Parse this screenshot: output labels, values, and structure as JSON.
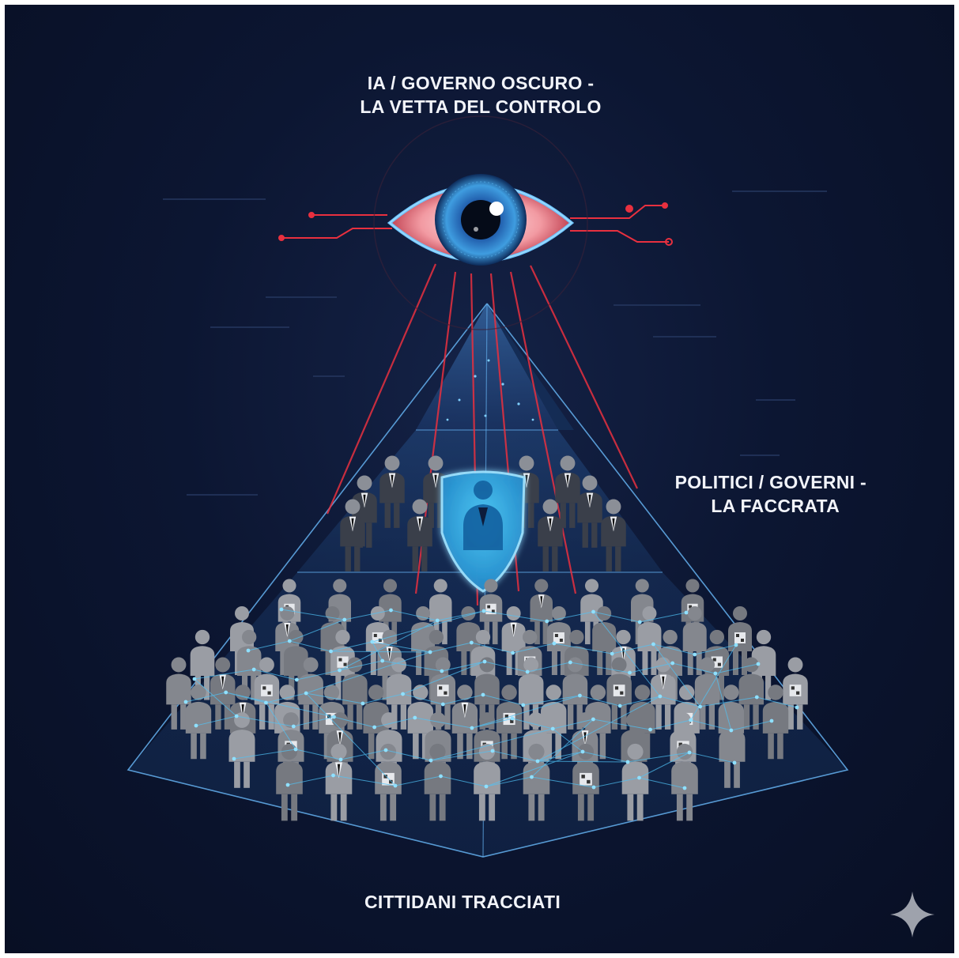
{
  "labels": {
    "top_line1": "IA / GOVERNO OSCURO -",
    "top_line2": "LA VETTA DEL CONTROLO",
    "mid_line1": "POLITICI / GOVERNI -",
    "mid_line2": "LA FACCRATA",
    "bottom": "CITTIDANI TRACCIATI"
  },
  "colors": {
    "background": "#0c1632",
    "accent_red": "#e8303f",
    "accent_cyan": "#3fb8ec",
    "figure_gray": "#8a8d94",
    "text": "#f2f4fa"
  },
  "icons": [
    "eye-icon",
    "shield-icon",
    "sparkle-icon"
  ]
}
